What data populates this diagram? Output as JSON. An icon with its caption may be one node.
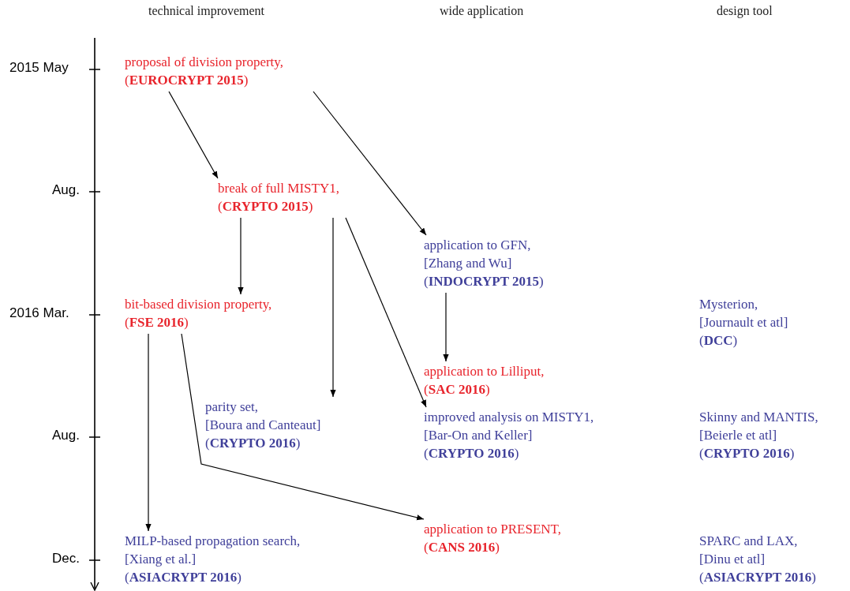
{
  "diagram": {
    "nodes": [
      {
        "text": [
          "proposal of division property,",
          "(**EUROCRYPT 2015**)"
        ]
      },
      {
        "text": [
          "break of full MISTY1,",
          "(**CRYPTO 2015**)"
        ]
      },
      {
        "text": [
          "application to GFN,",
          "[Zhang and Wu]",
          "(**INDOCRYPT 2015**)"
        ]
      },
      {
        "text": [
          "bit-based division property,",
          "(**FSE 2016**)"
        ]
      },
      {
        "text": [
          "Mysterion,",
          "[Journault et atl]",
          "(**DCC**)"
        ]
      },
      {
        "text": [
          "application to Lilliput,",
          "(**SAC 2016**)"
        ]
      },
      {
        "text": [
          "parity set,",
          "[Boura and Canteaut]",
          "(**CRYPTO 2016**)"
        ]
      },
      {
        "text": [
          "improved analysis on MISTY1,",
          "[Bar-On and Keller]",
          "(**CRYPTO 2016**)"
        ]
      },
      {
        "text": [
          "Skinny and MANTIS,",
          "[Beierle et atl]",
          "(**CRYPTO 2016**)"
        ]
      },
      {
        "text": [
          "application to PRESENT,",
          "(**CANS 2016**)"
        ]
      },
      {
        "text": [
          "MILP-based propagation search,",
          "[Xiang et al.]",
          "(**ASIACRYPT 2016**)"
        ]
      },
      {
        "text": [
          "SPARC and LAX,",
          "[Dinu et atl]",
          "(**ASIACRYPT 2016**)"
        ]
      }
    ],
    "edges": [
      {
        "from": 0,
        "to": 1,
        "arrow": "to"
      },
      {
        "from": 0,
        "to": 2,
        "arrow": "to"
      },
      {
        "from": 1,
        "to": 3,
        "arrow": "to"
      },
      {
        "from": 1,
        "to": 6,
        "arrow": "to"
      },
      {
        "from": 1,
        "to": 7,
        "arrow": "to"
      },
      {
        "from": 2,
        "to": 5,
        "arrow": "to"
      },
      {
        "from": 3,
        "to": 10,
        "arrow": "to"
      },
      {
        "from": 3,
        "to": 9,
        "arrow": "to"
      }
    ],
    "labels": [
      "technical improvement",
      "wide application",
      "design tool",
      "2015 May",
      "Aug.",
      "2016 Mar.",
      "Aug.",
      "Dec."
    ]
  }
}
